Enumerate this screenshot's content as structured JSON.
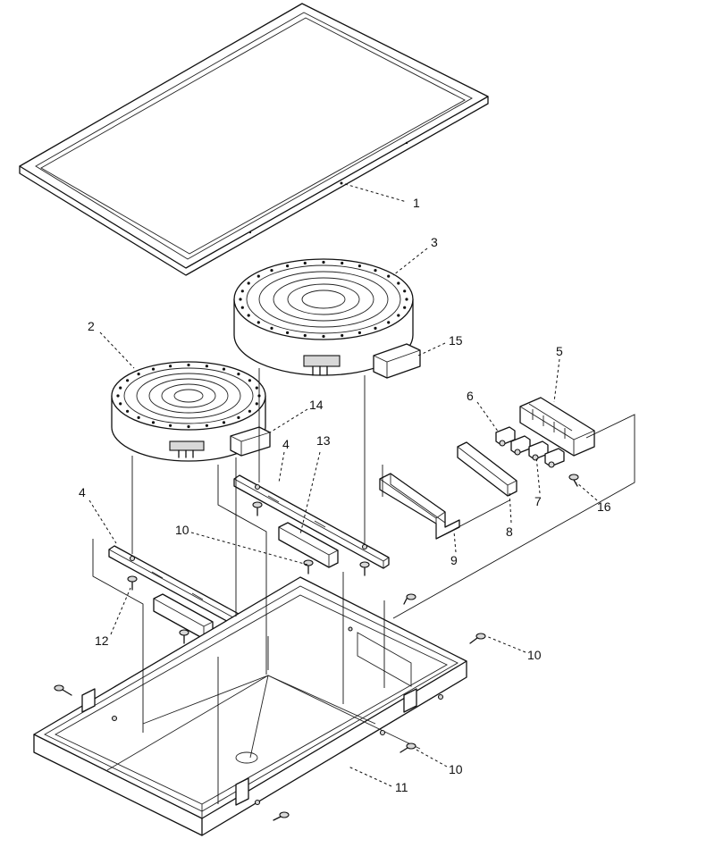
{
  "labels": {
    "p1": "1",
    "p2": "2",
    "p3": "3",
    "p4a": "4",
    "p4b": "4",
    "p5": "5",
    "p6": "6",
    "p7": "7",
    "p8": "8",
    "p9": "9",
    "p10a": "10",
    "p10b": "10",
    "p10c": "10",
    "p11": "11",
    "p12": "12",
    "p13": "13",
    "p14": "14",
    "p15": "15",
    "p16": "16"
  }
}
